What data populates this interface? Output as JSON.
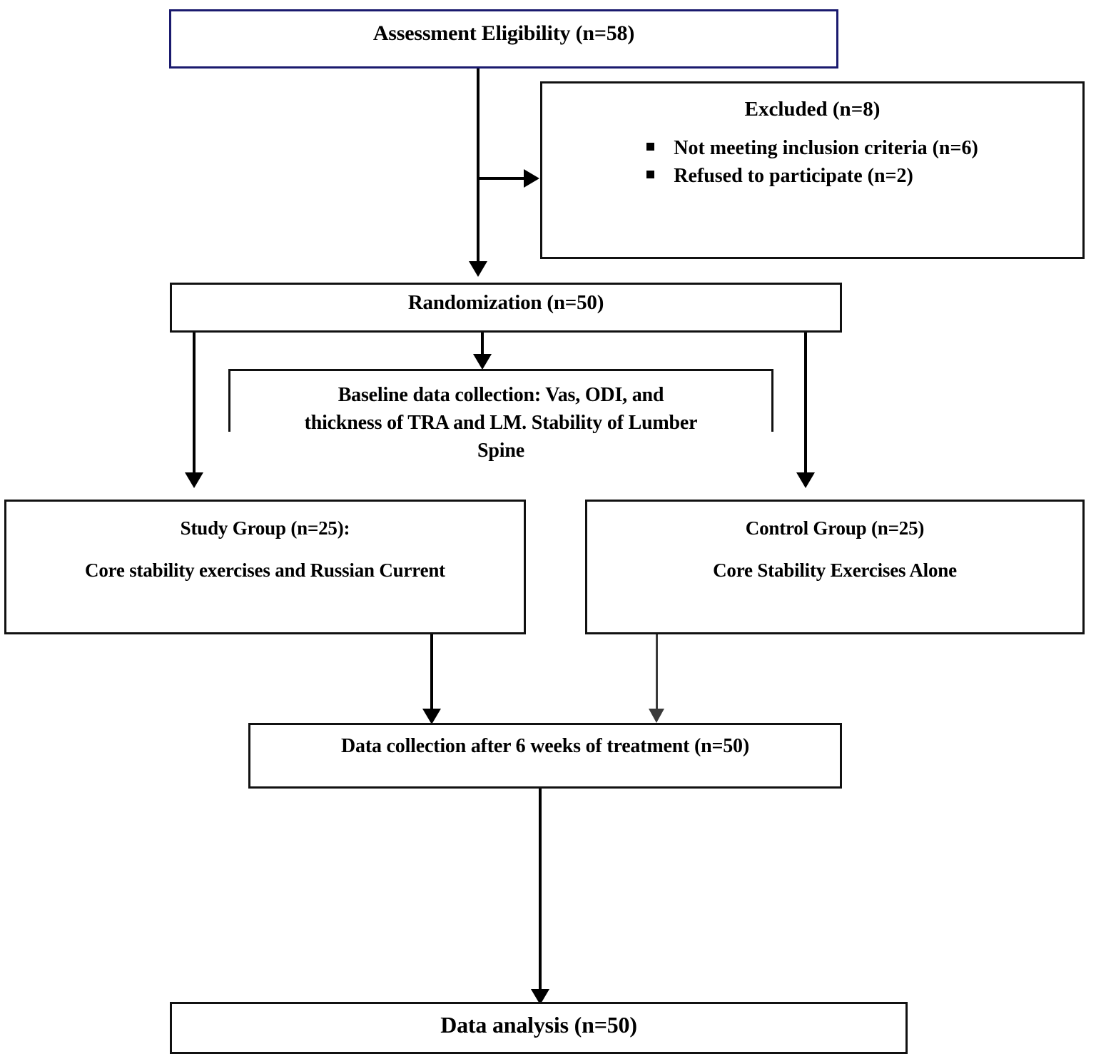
{
  "diagram": {
    "title": "CONSORT participant flow diagram",
    "colors": {
      "top_box_border": "#1a1a6e",
      "box_border": "#111111",
      "connector": "#000000",
      "connector_light": "#3a3a3a",
      "background": "#ffffff"
    },
    "nodes": {
      "eligibility": {
        "label": "Assessment Eligibility (n=58)"
      },
      "excluded": {
        "heading": "Excluded (n=8)",
        "bullets": [
          "Not meeting inclusion criteria (n=6)",
          "Refused to participate (n=2)"
        ]
      },
      "randomization": {
        "label": "Randomization (n=50)"
      },
      "baseline": {
        "line1": "Baseline data collection:  Vas, ODI, and",
        "line2": "thickness of TRA and LM. Stability of Lumber",
        "line3": "Spine"
      },
      "study_group": {
        "line1": "Study Group (n=25):",
        "line2": "Core stability exercises and Russian Current"
      },
      "control_group": {
        "line1": "Control Group (n=25)",
        "line2": "Core Stability Exercises Alone"
      },
      "data_collection": {
        "label": "Data collection after 6 weeks of treatment (n=50)"
      },
      "data_analysis": {
        "label": "Data analysis (n=50)"
      }
    }
  }
}
